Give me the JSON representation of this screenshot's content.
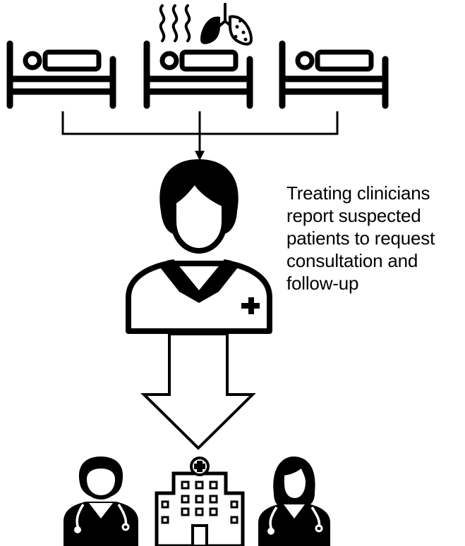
{
  "caption": {
    "lines": [
      "Treating clinicians",
      "report suspected",
      "patients to request",
      "consultation and",
      "follow-up"
    ]
  },
  "icons": {
    "patients": [
      "hospital-bed-icon",
      "hospital-bed-icon",
      "hospital-bed-icon"
    ],
    "symptoms": [
      "heat-waves-icon",
      "infected-lungs-icon"
    ],
    "reporter": "nurse-clinician-icon",
    "consultants": [
      "male-doctor-icon",
      "hospital-building-icon",
      "female-doctor-icon"
    ]
  },
  "colors": {
    "stroke": "#000000",
    "fill": "#ffffff"
  }
}
